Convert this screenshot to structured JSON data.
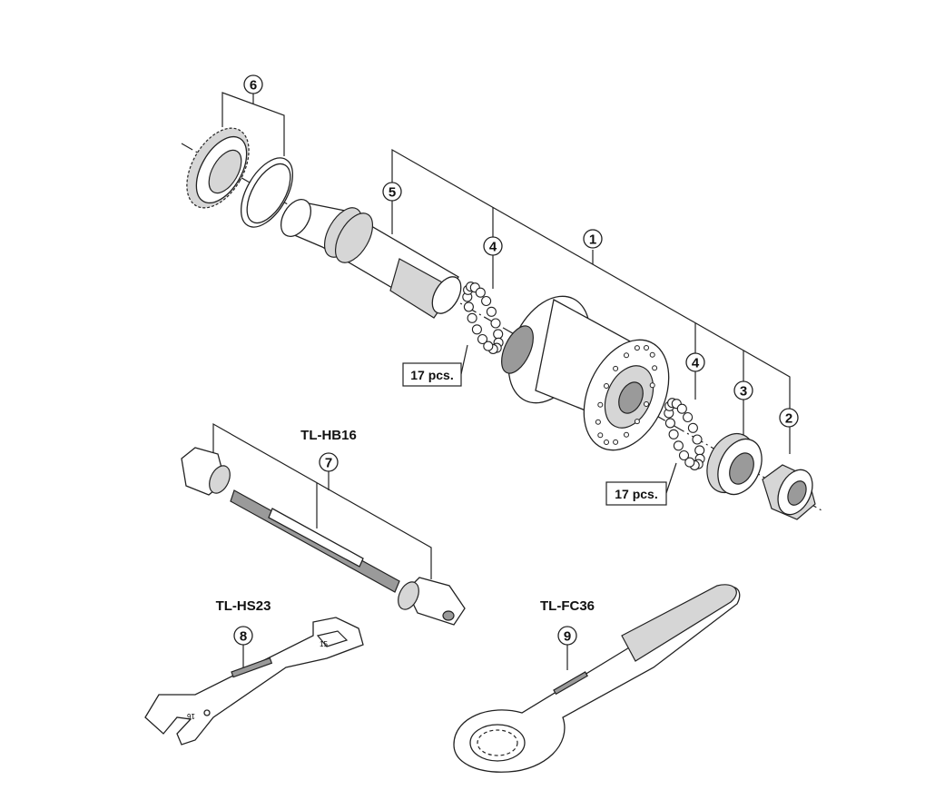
{
  "callouts": [
    "1",
    "2",
    "3",
    "4",
    "5",
    "6",
    "7",
    "8",
    "9"
  ],
  "quantity_labels": {
    "balls_left": "17 pcs.",
    "balls_right": "17 pcs."
  },
  "tools": {
    "hub_tool": "TL-HB16",
    "cone_wrench": "TL-HS23",
    "lockring_tool": "TL-FC36"
  },
  "wrench_sizes": {
    "small_end": "15",
    "large_end": "16"
  },
  "ball_count": 17
}
